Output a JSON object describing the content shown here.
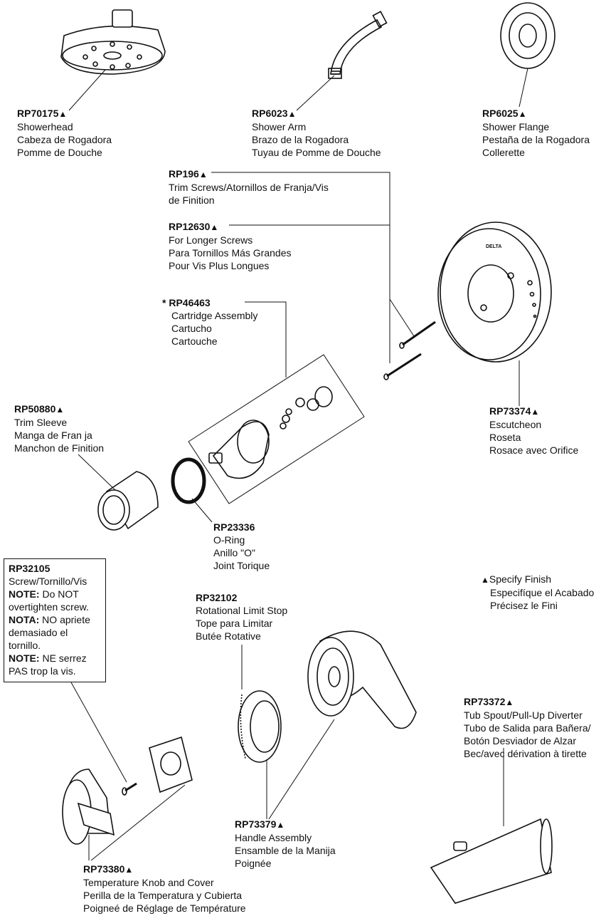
{
  "triangle": "▲",
  "asterisk": "*",
  "parts": [
    {
      "id": "showerhead",
      "pn": "RP70175",
      "lines": [
        "Showerhead",
        "Cabeza de Rogadora",
        "Pomme de Douche"
      ]
    },
    {
      "id": "shower-arm",
      "pn": "RP6023",
      "lines": [
        "Shower Arm",
        "Brazo de la Rogadora",
        "Tuyau de Pomme de Douche"
      ]
    },
    {
      "id": "shower-flange",
      "pn": "RP6025",
      "lines": [
        "Shower Flange",
        "Pestaña de la Rogadora",
        "Collerette"
      ]
    },
    {
      "id": "trim-screws",
      "pn": "RP196",
      "lines": [
        "Trim Screws/Atornillos de Franja/Vis",
        "de Finition"
      ]
    },
    {
      "id": "longer-screws",
      "pn": "RP12630",
      "lines": [
        "For Longer Screws",
        "Para Tornillos Más Grandes",
        "Pour Vis Plus Longues"
      ]
    },
    {
      "id": "cartridge",
      "pn": "RP46463",
      "lines": [
        "Cartridge Assembly",
        "Cartucho",
        "Cartouche"
      ]
    },
    {
      "id": "trim-sleeve",
      "pn": "RP50880",
      "lines": [
        "Trim Sleeve",
        "Manga de Fran ja",
        "Manchon de Finition"
      ]
    },
    {
      "id": "escutcheon",
      "pn": "RP73374",
      "lines": [
        "Escutcheon",
        "Roseta",
        "Rosace avec Orifice"
      ]
    },
    {
      "id": "o-ring",
      "pn": "RP23336",
      "lines": [
        "O-Ring",
        "Anillo \"O\"",
        "Joint Torique"
      ]
    },
    {
      "id": "limit-stop",
      "pn": "RP32102",
      "lines": [
        "Rotational Limit Stop",
        "Tope para Limitar",
        "Butée Rotative"
      ]
    },
    {
      "id": "tub-spout",
      "pn": "RP73372",
      "lines": [
        "Tub Spout/Pull-Up Diverter",
        "Tubo de Salida para Bañera/",
        "Botón Desviador de Alzar",
        "Bec/avec dérivation à tirette"
      ]
    },
    {
      "id": "handle-assembly",
      "pn": "RP73379",
      "lines": [
        "Handle Assembly",
        "Ensamble de la Manija",
        "Poignée"
      ]
    },
    {
      "id": "temp-knob",
      "pn": "RP73380",
      "lines": [
        "Temperature Knob and Cover",
        "Perilla de la Temperatura y Cubierta",
        "Poigneé de Réglage de Température"
      ]
    }
  ],
  "screw_note": {
    "pn": "RP32105",
    "title": "Screw/Tornillo/Vis",
    "note_en_label": "NOTE:",
    "note_en_1": " Do NOT",
    "note_en_2": "overtighten screw.",
    "note_es_label": "NOTA:",
    "note_es_1": " NO apriete",
    "note_es_2": "demasiado el",
    "note_es_3": "tornillo.",
    "note_fr_label": "NOTE:",
    "note_fr_1": " NE serrez",
    "note_fr_2": "PAS trop la vis."
  },
  "finish_legend": {
    "line1": "Specify Finish",
    "line2": "Especifíque el Acabado",
    "line3": "Précisez le Fini"
  },
  "escutcheon_brand": "DELTA"
}
